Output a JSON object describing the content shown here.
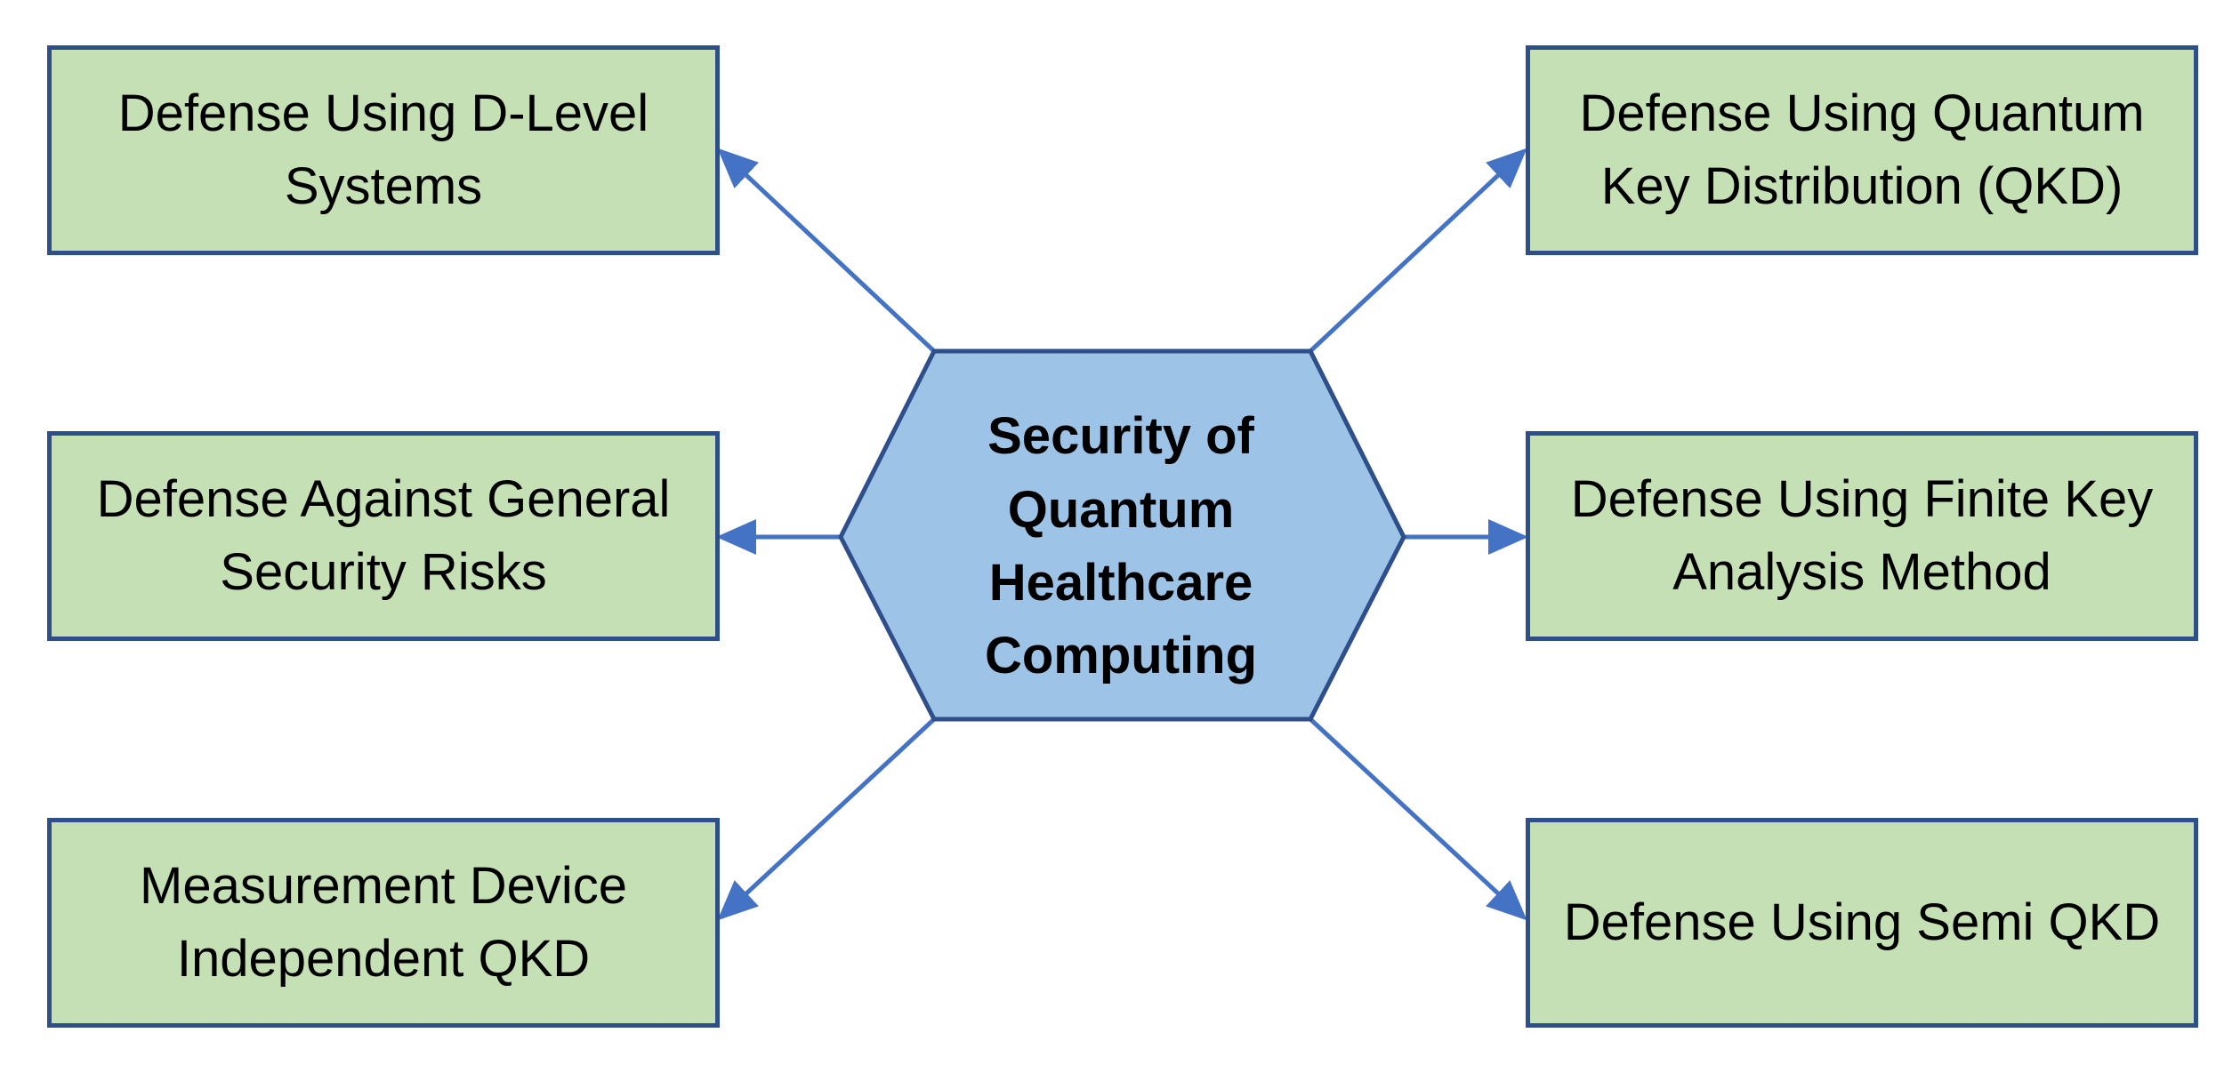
{
  "diagram": {
    "hub": {
      "label": "Security of Quantum Healthcare Computing"
    },
    "nodes": [
      {
        "id": "d-level",
        "label": "Defense Using D-Level Systems"
      },
      {
        "id": "general-risks",
        "label": "Defense Against General Security Risks"
      },
      {
        "id": "mdi-qkd",
        "label": "Measurement Device Independent QKD"
      },
      {
        "id": "qkd",
        "label": "Defense Using Quantum Key Distribution (QKD)"
      },
      {
        "id": "finite-key",
        "label": "Defense Using Finite Key Analysis Method"
      },
      {
        "id": "semi-qkd",
        "label": "Defense Using Semi QKD"
      }
    ]
  },
  "colors": {
    "box_fill": "#c5e0b4",
    "box_border": "#2f4f8a",
    "hub_fill": "#9dc3e6",
    "hub_border": "#2f4f8a",
    "arrow": "#4472c4"
  }
}
